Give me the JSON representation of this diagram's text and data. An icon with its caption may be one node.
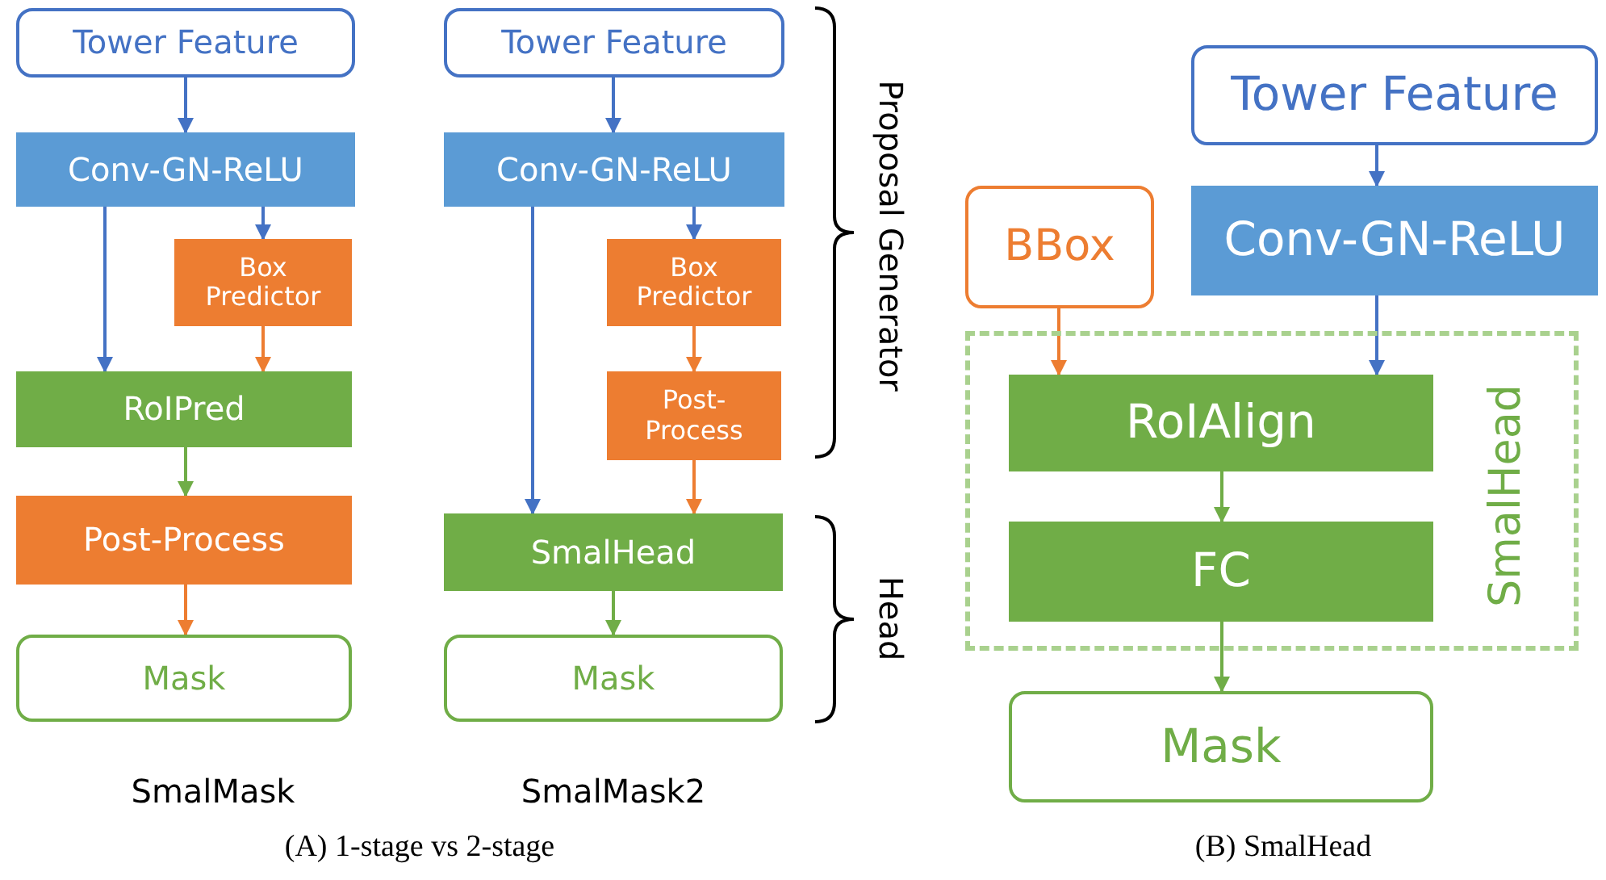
{
  "diagram": {
    "nodes": [
      {
        "text": [
          "Tower Feature"
        ]
      },
      {
        "text": [
          "Conv-GN-ReLU"
        ]
      },
      {
        "text": [
          "Box Predictor"
        ]
      },
      {
        "text": [
          "RoIPred"
        ]
      },
      {
        "text": [
          "Post-Process"
        ]
      },
      {
        "text": [
          "Mask"
        ]
      },
      {
        "text": [
          "Tower Feature"
        ]
      },
      {
        "text": [
          "Conv-GN-ReLU"
        ]
      },
      {
        "text": [
          "Box Predictor"
        ]
      },
      {
        "text": [
          "Post-Process"
        ]
      },
      {
        "text": [
          "SmalHead"
        ]
      },
      {
        "text": [
          "Mask"
        ]
      },
      {
        "text": [
          "Tower Feature"
        ]
      },
      {
        "text": [
          "BBox"
        ]
      },
      {
        "text": [
          "Conv-GN-ReLU"
        ]
      },
      {
        "text": [
          "SmalHead"
        ]
      },
      {
        "text": [
          "RoIAlign"
        ],
        "in": 15
      },
      {
        "text": [
          "FC"
        ],
        "in": 15
      },
      {
        "text": [
          "Mask"
        ]
      }
    ],
    "edges": [
      {
        "from": 0,
        "to": 1,
        "arrow": "to"
      },
      {
        "from": 1,
        "to": 2,
        "arrow": "to"
      },
      {
        "from": 1,
        "to": 3,
        "arrow": "to"
      },
      {
        "from": 2,
        "to": 3,
        "arrow": "to",
        "color": "#ed7d31"
      },
      {
        "from": 3,
        "to": 4,
        "arrow": "to",
        "color": "#70ad47"
      },
      {
        "from": 4,
        "to": 5,
        "arrow": "to",
        "color": "#ed7d31"
      },
      {
        "from": 6,
        "to": 7,
        "arrow": "to"
      },
      {
        "from": 7,
        "to": 8,
        "arrow": "to"
      },
      {
        "from": 7,
        "to": 10,
        "arrow": "to"
      },
      {
        "from": 8,
        "to": 9,
        "arrow": "to",
        "color": "#ed7d31"
      },
      {
        "from": 9,
        "to": 10,
        "arrow": "to",
        "color": "#ed7d31"
      },
      {
        "from": 10,
        "to": 11,
        "arrow": "to",
        "color": "#70ad47"
      },
      {
        "from": 12,
        "to": 14,
        "arrow": "to"
      },
      {
        "from": 13,
        "to": 16,
        "arrow": "to",
        "color": "#ed7d31"
      },
      {
        "from": 14,
        "to": 16,
        "arrow": "to"
      },
      {
        "from": 16,
        "to": 17,
        "arrow": "to",
        "color": "#70ad47"
      },
      {
        "from": 17,
        "to": 18,
        "arrow": "to",
        "color": "#70ad47"
      }
    ],
    "labels": [
      "Proposal Generator",
      "Head",
      "SmalMask",
      "SmalMask2",
      "(A) 1-stage vs 2-stage",
      "(B) SmalHead"
    ]
  }
}
